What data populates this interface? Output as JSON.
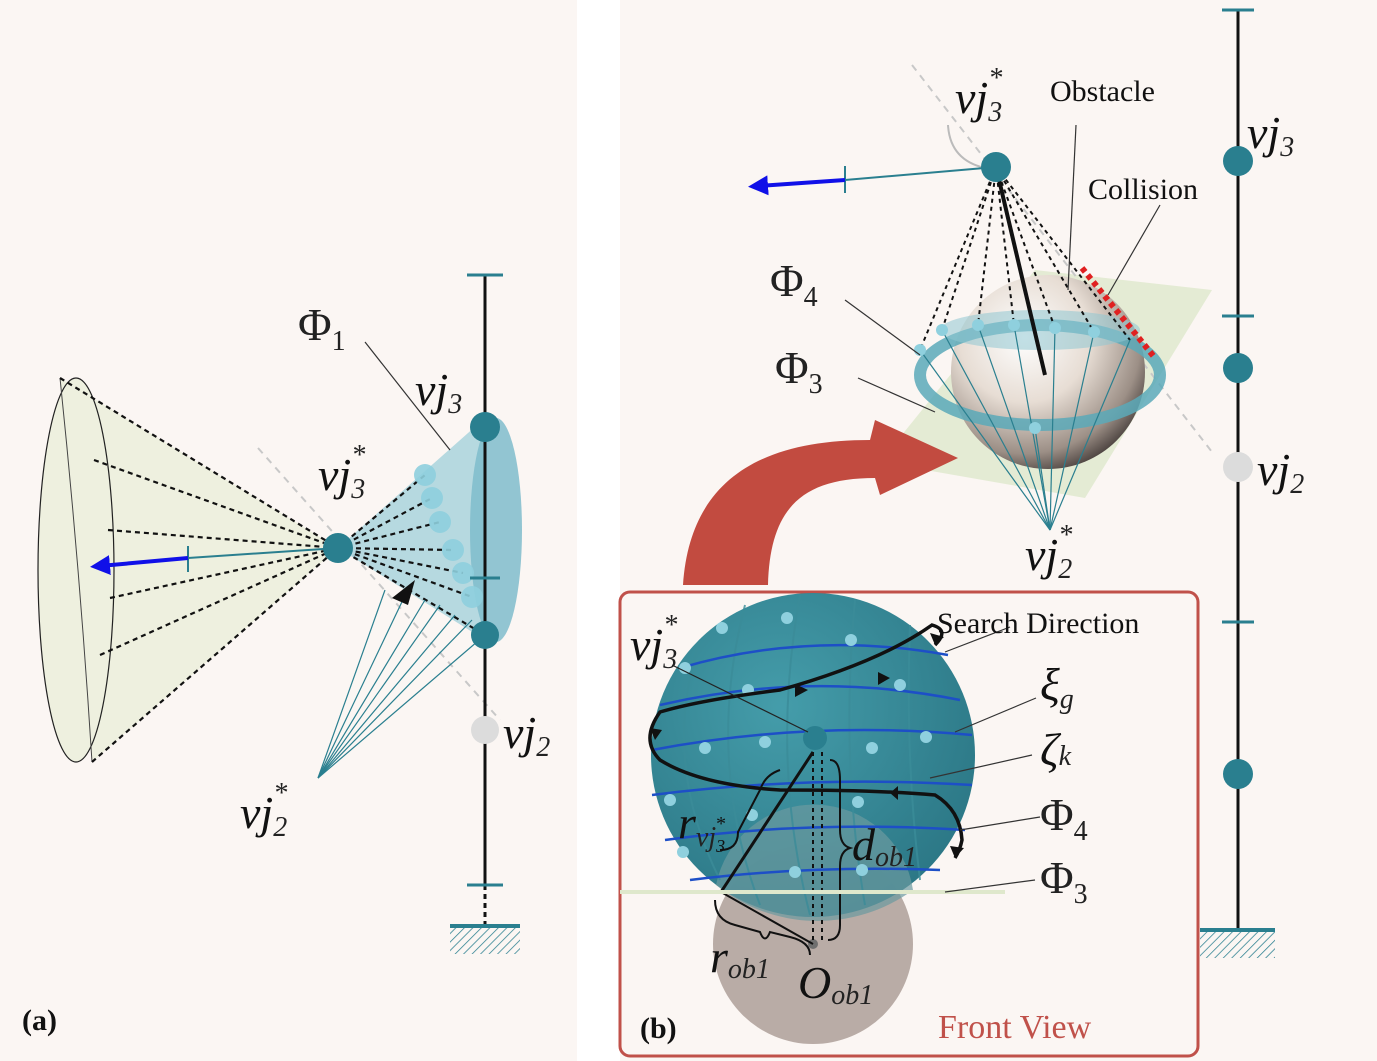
{
  "panel_a": {
    "tag": "(a)",
    "phi1": "Φ",
    "phi1_sub": "1",
    "vj3_base": "vj",
    "vj3_sub": "3",
    "vj3s_base": "vj",
    "vj3s_sub": "3",
    "vj3s_star": "*",
    "vj2_base": "vj",
    "vj2_sub": "2",
    "vj2s_base": "vj",
    "vj2s_sub": "2",
    "vj2s_star": "*"
  },
  "panel_b": {
    "tag": "(b)",
    "obstacle": "Obstacle",
    "collision": "Collision",
    "phi4": "Φ",
    "phi4_sub": "4",
    "phi3": "Φ",
    "phi3_sub": "3",
    "vj3s_base": "vj",
    "vj3s_sub": "3",
    "vj3s_star": "*",
    "vj3_base": "vj",
    "vj3_sub": "3",
    "vj2_base": "vj",
    "vj2_sub": "2",
    "vj2s_base": "vj",
    "vj2s_sub": "2",
    "vj2s_star": "*"
  },
  "front_view": {
    "title": "Front View",
    "search_direction": "Search Direction",
    "xi_g": "ξ",
    "xi_sub": "g",
    "zeta_k": "ζ",
    "zeta_sub": "k",
    "phi4": "Φ",
    "phi4_sub": "4",
    "phi3": "Φ",
    "phi3_sub": "3",
    "vj3s_base": "vj",
    "vj3s_sub": "3",
    "vj3s_star": "*",
    "r_vj": "r",
    "r_vj_sub": "vj",
    "r_vj_subsub": "3",
    "r_vj_star": "*",
    "d_ob": "d",
    "d_ob_sub": "ob1",
    "r_ob": "r",
    "r_ob_sub": "ob1",
    "o_ob": "O",
    "o_ob_sub": "ob1"
  },
  "colors": {
    "panel_bg": "#fbf6f3",
    "teal": "#2a7f8f",
    "light_teal": "#8fd0de",
    "blue_arrow": "#1010e8",
    "red_arrow": "#c24b40",
    "frame_red": "#c0514a",
    "collision_red": "#e02020",
    "cone_fill": "#eef0df",
    "plane_green": "#dfe8cc",
    "obstacle_gray": "#b9aca6"
  }
}
